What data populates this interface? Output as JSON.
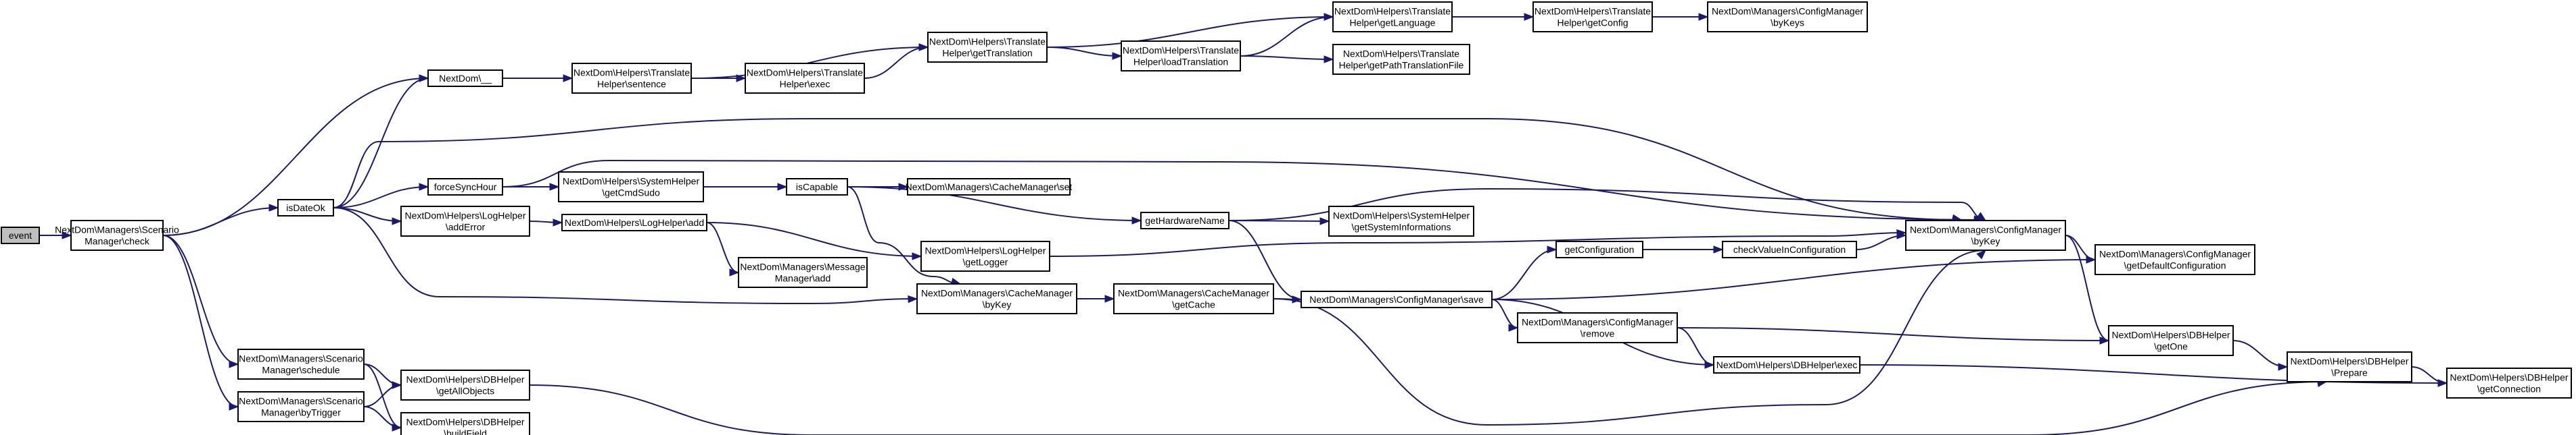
{
  "colors": {
    "edge": "#191970",
    "root_fill": "#bfbfbf",
    "node_fill": "#ffffff",
    "border": "#000000"
  },
  "nodes": {
    "event": [
      "event"
    ],
    "check": [
      "NextDom\\Managers\\Scenario",
      "Manager\\check"
    ],
    "isDateOk": [
      "isDateOk"
    ],
    "nd": [
      "NextDom\\__"
    ],
    "sentence": [
      "NextDom\\Helpers\\Translate",
      "Helper\\sentence"
    ],
    "exec_tr": [
      "NextDom\\Helpers\\Translate",
      "Helper\\exec"
    ],
    "getTranslation": [
      "NextDom\\Helpers\\Translate",
      "Helper\\getTranslation"
    ],
    "loadTranslation": [
      "NextDom\\Helpers\\Translate",
      "Helper\\loadTranslation"
    ],
    "getLanguage": [
      "NextDom\\Helpers\\Translate",
      "Helper\\getLanguage"
    ],
    "getConfig": [
      "NextDom\\Helpers\\Translate",
      "Helper\\getConfig"
    ],
    "byKeys": [
      "NextDom\\Managers\\ConfigManager",
      "\\byKeys"
    ],
    "getPathTranslationFile": [
      "NextDom\\Helpers\\Translate",
      "Helper\\getPathTranslationFile"
    ],
    "forceSyncHour": [
      "forceSyncHour"
    ],
    "getCmdSudo": [
      "NextDom\\Helpers\\SystemHelper",
      "\\getCmdSudo"
    ],
    "isCapable": [
      "isCapable"
    ],
    "cacheSet": [
      "NextDom\\Managers\\CacheManager\\set"
    ],
    "getHardwareName": [
      "getHardwareName"
    ],
    "getSystemInformations": [
      "NextDom\\Helpers\\SystemHelper",
      "\\getSystemInformations"
    ],
    "addError": [
      "NextDom\\Helpers\\LogHelper",
      "\\addError"
    ],
    "logAdd": [
      "NextDom\\Helpers\\LogHelper\\add"
    ],
    "messageAdd": [
      "NextDom\\Managers\\Message",
      "Manager\\add"
    ],
    "getLogger": [
      "NextDom\\Helpers\\LogHelper",
      "\\getLogger"
    ],
    "cacheByKey": [
      "NextDom\\Managers\\CacheManager",
      "\\byKey"
    ],
    "getCache": [
      "NextDom\\Managers\\CacheManager",
      "\\getCache"
    ],
    "save": [
      "NextDom\\Managers\\ConfigManager\\save"
    ],
    "getConfiguration": [
      "getConfiguration"
    ],
    "checkValue": [
      "checkValueInConfiguration"
    ],
    "configByKey": [
      "NextDom\\Managers\\ConfigManager",
      "\\byKey"
    ],
    "getDefaultConfiguration": [
      "NextDom\\Managers\\ConfigManager",
      "\\getDefaultConfiguration"
    ],
    "remove": [
      "NextDom\\Managers\\ConfigManager",
      "\\remove"
    ],
    "dbExec": [
      "NextDom\\Helpers\\DBHelper\\exec"
    ],
    "getOne": [
      "NextDom\\Helpers\\DBHelper",
      "\\getOne"
    ],
    "prepare": [
      "NextDom\\Helpers\\DBHelper",
      "\\Prepare"
    ],
    "getConnection": [
      "NextDom\\Helpers\\DBHelper",
      "\\getConnection"
    ],
    "schedule": [
      "NextDom\\Managers\\Scenario",
      "Manager\\schedule"
    ],
    "byTrigger": [
      "NextDom\\Managers\\Scenario",
      "Manager\\byTrigger"
    ],
    "getAllObjects": [
      "NextDom\\Helpers\\DBHelper",
      "\\getAllObjects"
    ],
    "buildField": [
      "NextDom\\Helpers\\DBHelper",
      "\\buildField"
    ]
  },
  "edges": [
    [
      "event",
      "check"
    ],
    [
      "check",
      "isDateOk"
    ],
    [
      "check",
      "nd"
    ],
    [
      "check",
      "schedule"
    ],
    [
      "check",
      "byTrigger"
    ],
    [
      "isDateOk",
      "nd"
    ],
    [
      "isDateOk",
      "configByKey"
    ],
    [
      "isDateOk",
      "forceSyncHour"
    ],
    [
      "isDateOk",
      "addError"
    ],
    [
      "isDateOk",
      "cacheByKey"
    ],
    [
      "nd",
      "sentence"
    ],
    [
      "sentence",
      "exec_tr"
    ],
    [
      "sentence",
      "getTranslation"
    ],
    [
      "exec_tr",
      "getTranslation"
    ],
    [
      "getTranslation",
      "getLanguage"
    ],
    [
      "getTranslation",
      "loadTranslation"
    ],
    [
      "loadTranslation",
      "getLanguage"
    ],
    [
      "loadTranslation",
      "getPathTranslationFile"
    ],
    [
      "getLanguage",
      "getConfig"
    ],
    [
      "getConfig",
      "byKeys"
    ],
    [
      "forceSyncHour",
      "getCmdSudo"
    ],
    [
      "forceSyncHour",
      "configByKey"
    ],
    [
      "getCmdSudo",
      "isCapable"
    ],
    [
      "isCapable",
      "cacheSet"
    ],
    [
      "isCapable",
      "getHardwareName"
    ],
    [
      "isCapable",
      "cacheByKey"
    ],
    [
      "getHardwareName",
      "getSystemInformations"
    ],
    [
      "getHardwareName",
      "configByKey"
    ],
    [
      "getHardwareName",
      "save"
    ],
    [
      "addError",
      "logAdd"
    ],
    [
      "logAdd",
      "messageAdd"
    ],
    [
      "logAdd",
      "getLogger"
    ],
    [
      "getLogger",
      "configByKey"
    ],
    [
      "cacheByKey",
      "getCache"
    ],
    [
      "getCache",
      "save"
    ],
    [
      "getCache",
      "configByKey"
    ],
    [
      "save",
      "getConfiguration"
    ],
    [
      "save",
      "getDefaultConfiguration"
    ],
    [
      "save",
      "remove"
    ],
    [
      "save",
      "dbExec"
    ],
    [
      "getConfiguration",
      "checkValue"
    ],
    [
      "checkValue",
      "configByKey"
    ],
    [
      "configByKey",
      "getDefaultConfiguration"
    ],
    [
      "configByKey",
      "getOne"
    ],
    [
      "remove",
      "dbExec"
    ],
    [
      "remove",
      "getOne"
    ],
    [
      "dbExec",
      "getConnection"
    ],
    [
      "getOne",
      "prepare"
    ],
    [
      "prepare",
      "getConnection"
    ],
    [
      "schedule",
      "getAllObjects"
    ],
    [
      "schedule",
      "buildField"
    ],
    [
      "byTrigger",
      "getAllObjects"
    ],
    [
      "byTrigger",
      "buildField"
    ],
    [
      "getAllObjects",
      "prepare"
    ]
  ]
}
